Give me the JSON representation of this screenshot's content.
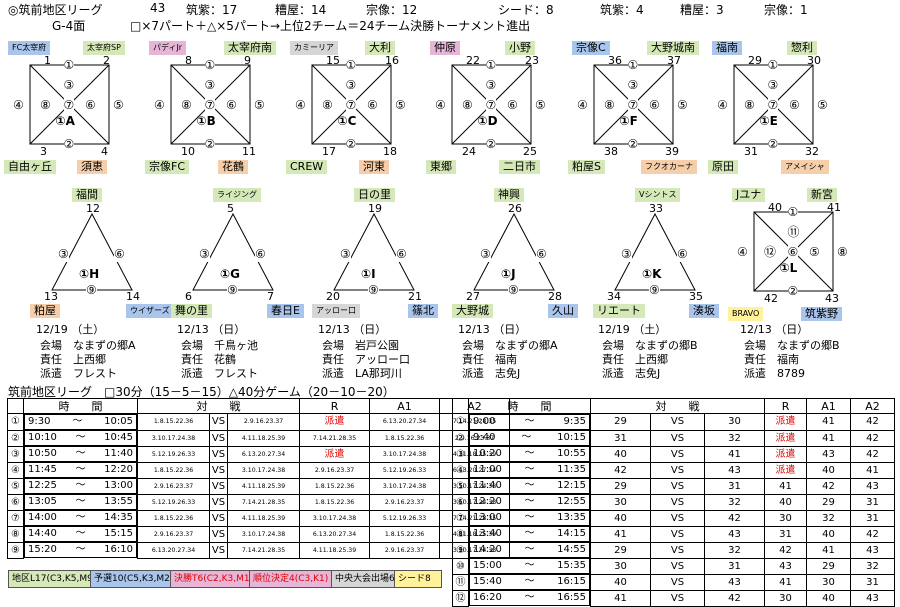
{
  "header": {
    "league": "◎筑前地区リーグ",
    "count": "43",
    "chikushi_label": "筑紫：17",
    "kasuya_label": "糟屋：14",
    "munakata_label": "宗像：12",
    "seed_label": "シード：8",
    "chikushi2_label": "筑紫：4",
    "kasuya2_label": "糟屋：3",
    "munakata2_label": "宗像：1",
    "side": "G-4面",
    "formula": "□×7パート＋△×5パート→上位2チーム＝24チーム決勝トーナメント進出"
  },
  "squares": [
    {
      "id": "①A",
      "tl": {
        "num": "1",
        "name": "FC太宰府",
        "color": "b"
      },
      "tr": {
        "num": "2",
        "name": "太宰府SP",
        "color": "g"
      },
      "bl": {
        "num": "3",
        "name": "自由ヶ丘",
        "color": "g"
      },
      "br": {
        "num": "4",
        "name": "須恵",
        "color": "o"
      }
    },
    {
      "id": "①B",
      "tl": {
        "num": "8",
        "name": "パディJr",
        "color": "p"
      },
      "tr": {
        "num": "9",
        "name": "太宰府南",
        "color": "g"
      },
      "bl": {
        "num": "10",
        "name": "宗像FC",
        "color": "g"
      },
      "br": {
        "num": "11",
        "name": "花鶴",
        "color": "o"
      }
    },
    {
      "id": "①C",
      "tl": {
        "num": "15",
        "name": "カミーリア",
        "color": "gr"
      },
      "tr": {
        "num": "16",
        "name": "大利",
        "color": "g"
      },
      "bl": {
        "num": "17",
        "name": "CREW",
        "color": "g"
      },
      "br": {
        "num": "18",
        "name": "河東",
        "color": "o"
      }
    },
    {
      "id": "①D",
      "tl": {
        "num": "22",
        "name": "仲原",
        "color": "p"
      },
      "tr": {
        "num": "23",
        "name": "小野",
        "color": "g"
      },
      "bl": {
        "num": "24",
        "name": "東郷",
        "color": "g"
      },
      "br": {
        "num": "25",
        "name": "二日市",
        "color": "g"
      }
    },
    {
      "id": "①F",
      "tl": {
        "num": "36",
        "name": "宗像C",
        "color": "b"
      },
      "tr": {
        "num": "37",
        "name": "大野城南",
        "color": "g"
      },
      "bl": {
        "num": "38",
        "name": "粕屋S",
        "color": "g"
      },
      "br": {
        "num": "39",
        "name": "フクオカーナ",
        "color": "o"
      }
    },
    {
      "id": "①E",
      "tl": {
        "num": "29",
        "name": "福南",
        "color": "b"
      },
      "tr": {
        "num": "30",
        "name": "惣利",
        "color": "g"
      },
      "bl": {
        "num": "31",
        "name": "原田",
        "color": "g"
      },
      "br": {
        "num": "32",
        "name": "アメイシャ",
        "color": "o"
      }
    },
    {
      "id": "①L",
      "tl": {
        "num": "40",
        "name": "Jユナ",
        "color": "g"
      },
      "tr": {
        "num": "41",
        "name": "新宮",
        "color": "g"
      },
      "bl": {
        "num": "42",
        "name": "BRAVO",
        "color": "y"
      },
      "br": {
        "num": "43",
        "name": "筑紫野",
        "color": "b"
      }
    }
  ],
  "triangles": [
    {
      "id": "①H",
      "top": {
        "num": "12",
        "name": "福間",
        "color": "g"
      },
      "bl": {
        "num": "13",
        "name": "粕屋",
        "color": "o"
      },
      "br": {
        "num": "14",
        "name": "ウイザーズ",
        "color": "b"
      }
    },
    {
      "id": "①G",
      "top": {
        "num": "5",
        "name": "ライジング",
        "color": "g"
      },
      "bl": {
        "num": "6",
        "name": "舞の里",
        "color": "g"
      },
      "br": {
        "num": "7",
        "name": "春日E",
        "color": "b"
      }
    },
    {
      "id": "①I",
      "top": {
        "num": "19",
        "name": "日の里",
        "color": "g"
      },
      "bl": {
        "num": "20",
        "name": "アッロー口",
        "color": "gr"
      },
      "br": {
        "num": "21",
        "name": "篠北",
        "color": "b"
      }
    },
    {
      "id": "①J",
      "top": {
        "num": "26",
        "name": "神興",
        "color": "g"
      },
      "bl": {
        "num": "27",
        "name": "大野城",
        "color": "g"
      },
      "br": {
        "num": "28",
        "name": "久山",
        "color": "b"
      }
    },
    {
      "id": "①K",
      "top": {
        "num": "33",
        "name": "Vシントス",
        "color": "g"
      },
      "bl": {
        "num": "34",
        "name": "リエート",
        "color": "g"
      },
      "br": {
        "num": "35",
        "name": "湊坂",
        "color": "b"
      }
    }
  ],
  "venues": [
    {
      "date": "12/19 （土）",
      "venue": "会場　なまずの郷A",
      "resp": "責任　上西郷",
      "dispatch": "派遣　フレスト"
    },
    {
      "date": "12/13 （日）",
      "venue": "会場　千鳥ヶ池",
      "resp": "責任　花鶴",
      "dispatch": "派遣　フレスト"
    },
    {
      "date": "12/13 （日）",
      "venue": "会場　岩戸公園",
      "resp": "責任　アッロー口",
      "dispatch": "派遣　LA那珂川"
    },
    {
      "date": "12/13 （日）",
      "venue": "会場　なまずの郷A",
      "resp": "責任　福南",
      "dispatch": "派遣　志免J"
    },
    {
      "date": "12/19 （土）",
      "venue": "会場　なまずの郷B",
      "resp": "責任　上西郷",
      "dispatch": "派遣　志免J"
    },
    {
      "date": "12/13 （日）",
      "venue": "会場　なまずの郷B",
      "resp": "責任　福南",
      "dispatch": "派遣　8789"
    }
  ],
  "schedule_title": "筑前地区リーグ　□30分（15－5－15）△40分ゲーム（20－10－20）",
  "left_table": {
    "headers": {
      "time": "時　　間",
      "match": "対　　戦",
      "r": "R",
      "a1": "A1",
      "a2": "A2"
    },
    "rows": [
      {
        "n": "①",
        "s": "9:30",
        "sep": "～",
        "e": "10:05",
        "h": "1.8.15.22.36",
        "vs": "VS",
        "a": "2.9.16.23.37",
        "r": "派遣",
        "a1": "6.13.20.27.34",
        "a2": "7.14.21.28.35",
        "red": true
      },
      {
        "n": "②",
        "s": "10:10",
        "sep": "～",
        "e": "10:45",
        "h": "3.10.17.24.38",
        "vs": "VS",
        "a": "4.11.18.25.39",
        "r": "7.14.21.28.35",
        "a1": "1.8.15.22.36",
        "a2": "2.9.16.23.37",
        "red": false
      },
      {
        "n": "③",
        "s": "10:50",
        "sep": "～",
        "e": "11:40",
        "h": "5.12.19.26.33",
        "vs": "VS",
        "a": "6.13.20.27.34",
        "r": "派遣",
        "a1": "3.10.17.24.38",
        "a2": "4.11.18.25.39",
        "red": true
      },
      {
        "n": "④",
        "s": "11:45",
        "sep": "～",
        "e": "12:20",
        "h": "1.8.15.22.36",
        "vs": "VS",
        "a": "3.10.17.24.38",
        "r": "2.9.16.23.37",
        "a1": "5.12.19.26.33",
        "a2": "6.13.20.27.34",
        "red": false
      },
      {
        "n": "⑤",
        "s": "12:25",
        "sep": "～",
        "e": "13:00",
        "h": "2.9.16.23.37",
        "vs": "VS",
        "a": "4.11.18.25.39",
        "r": "1.8.15.22.36",
        "a1": "3.10.17.24.38",
        "a2": "3.10.17.24.38",
        "red": false
      },
      {
        "n": "⑥",
        "s": "13:05",
        "sep": "～",
        "e": "13:55",
        "h": "5.12.19.26.33",
        "vs": "VS",
        "a": "7.14.21.28.35",
        "r": "1.8.15.22.36",
        "a1": "2.9.16.23.37",
        "a2": "3.10.17.24.38",
        "red": false
      },
      {
        "n": "⑦",
        "s": "14:00",
        "sep": "～",
        "e": "14:35",
        "h": "1.8.15.22.36",
        "vs": "VS",
        "a": "4.11.18.25.39",
        "r": "3.10.17.24.38",
        "a1": "5.12.19.26.33",
        "a2": "7.14.21.28.35",
        "red": false
      },
      {
        "n": "⑧",
        "s": "14:40",
        "sep": "～",
        "e": "15:15",
        "h": "2.9.16.23.37",
        "vs": "VS",
        "a": "3.10.17.24.38",
        "r": "6.13.20.27.34",
        "a1": "1.8.15.22.36",
        "a2": "4.11.18.25.39",
        "red": false
      },
      {
        "n": "⑨",
        "s": "15:20",
        "sep": "～",
        "e": "16:10",
        "h": "6.13.20.27.34",
        "vs": "VS",
        "a": "7.14.21.28.35",
        "r": "4.11.18.25.39",
        "a1": "2.9.16.23.37",
        "a2": "3.10.17.24.38",
        "red": false
      }
    ]
  },
  "right_table": {
    "headers": {
      "time": "時　　間",
      "match": "対　　戦",
      "r": "R",
      "a1": "A1",
      "a2": "A2"
    },
    "rows": [
      {
        "n": "①",
        "s": "9:00",
        "sep": "～",
        "e": "9:35",
        "h": "29",
        "vs": "VS",
        "a": "30",
        "r": "派遣",
        "a1": "41",
        "a2": "42",
        "red": true
      },
      {
        "n": "②",
        "s": "9:40",
        "sep": "～",
        "e": "10:15",
        "h": "31",
        "vs": "VS",
        "a": "32",
        "r": "派遣",
        "a1": "41",
        "a2": "42",
        "red": true
      },
      {
        "n": "③",
        "s": "10:20",
        "sep": "～",
        "e": "10:55",
        "h": "40",
        "vs": "VS",
        "a": "41",
        "r": "派遣",
        "a1": "43",
        "a2": "42",
        "red": true
      },
      {
        "n": "④",
        "s": "11:00",
        "sep": "～",
        "e": "11:35",
        "h": "42",
        "vs": "VS",
        "a": "43",
        "r": "派遣",
        "a1": "40",
        "a2": "41",
        "red": true
      },
      {
        "n": "⑤",
        "s": "11:40",
        "sep": "～",
        "e": "12:15",
        "h": "29",
        "vs": "VS",
        "a": "31",
        "r": "41",
        "a1": "42",
        "a2": "43",
        "red": false
      },
      {
        "n": "⑥",
        "s": "12:20",
        "sep": "～",
        "e": "12:55",
        "h": "30",
        "vs": "VS",
        "a": "32",
        "r": "40",
        "a1": "29",
        "a2": "31",
        "red": false
      },
      {
        "n": "⑦",
        "s": "13:00",
        "sep": "～",
        "e": "13:35",
        "h": "40",
        "vs": "VS",
        "a": "42",
        "r": "30",
        "a1": "32",
        "a2": "31",
        "red": false
      },
      {
        "n": "⑧",
        "s": "13:40",
        "sep": "～",
        "e": "14:15",
        "h": "41",
        "vs": "VS",
        "a": "43",
        "r": "31",
        "a1": "40",
        "a2": "42",
        "red": false
      },
      {
        "n": "⑨",
        "s": "14:20",
        "sep": "～",
        "e": "14:55",
        "h": "29",
        "vs": "VS",
        "a": "32",
        "r": "42",
        "a1": "41",
        "a2": "43",
        "red": false
      },
      {
        "n": "⑩",
        "s": "15:00",
        "sep": "～",
        "e": "15:35",
        "h": "30",
        "vs": "VS",
        "a": "31",
        "r": "43",
        "a1": "29",
        "a2": "32",
        "red": false
      },
      {
        "n": "⑪",
        "s": "15:40",
        "sep": "～",
        "e": "16:15",
        "h": "40",
        "vs": "VS",
        "a": "43",
        "r": "41",
        "a1": "30",
        "a2": "31",
        "red": false
      },
      {
        "n": "⑫",
        "s": "16:20",
        "sep": "～",
        "e": "16:55",
        "h": "41",
        "vs": "VS",
        "a": "42",
        "r": "30",
        "a1": "40",
        "a2": "43",
        "red": false
      }
    ]
  },
  "legend": [
    {
      "text": "地区L17(C3,K5,M9)",
      "color": "g"
    },
    {
      "text": "予選10(C5,K3,M2)",
      "color": "b"
    },
    {
      "text": "決勝T6(C2,K3,M1)",
      "color": "p",
      "red": true
    },
    {
      "text": "順位決定4(C3,K1)",
      "color": "p",
      "red": true
    },
    {
      "text": "中央大会出場6",
      "color": "gr"
    },
    {
      "text": "シード8",
      "color": "y"
    }
  ]
}
